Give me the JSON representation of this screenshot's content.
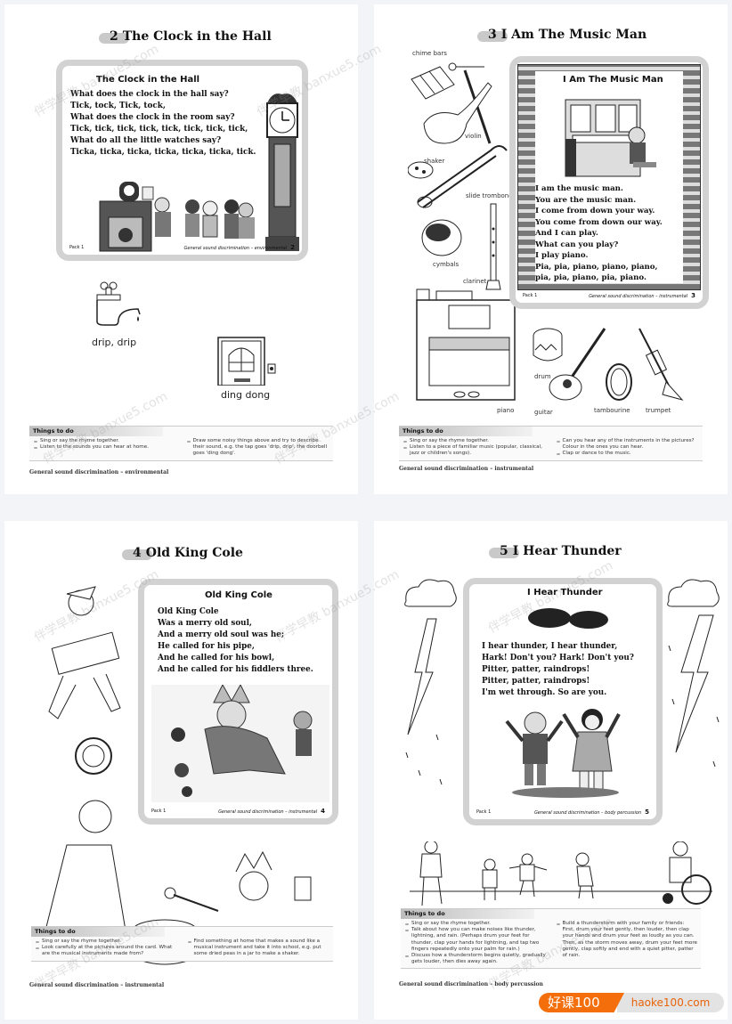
{
  "pages": [
    {
      "number": "2",
      "title": "The Clock in the Hall",
      "card": {
        "title": "The Clock in the Hall",
        "verse": [
          "What does the clock in the hall say?",
          "Tick, tock, Tick, tock,",
          "What does the clock in the room say?",
          "Tick, tick, tick, tick, tick, tick, tick, tick,",
          "What do all the little watches say?",
          "Ticka, ticka, ticka, ticka, ticka, ticka, tick."
        ],
        "footer_pack": "Pack 1",
        "footer_category": "General sound discrimination – environmental",
        "footer_page": "2"
      },
      "illustrations": [
        {
          "label": "drip, drip",
          "icon": "dripping-tap-icon"
        },
        {
          "label": "ding dong",
          "icon": "doorbell-door-icon"
        }
      ],
      "things_to_do": {
        "heading": "Things to do",
        "left": [
          "Sing or say the rhyme together.",
          "Listen to the sounds you can hear at home."
        ],
        "right": [
          "Draw some noisy things above and try to describe their sound, e.g. the tap goes 'drip, drip', the doorbell goes 'ding dong'."
        ]
      },
      "page_footer": "General sound discrimination – environmental"
    },
    {
      "number": "3",
      "title": "I Am The Music Man",
      "card": {
        "title": "I Am The Music Man",
        "verse": [
          "I am the music man.",
          "You are the music man.",
          "I come from down your way.",
          "You come from down our way.",
          "And I can play.",
          "What can you play?",
          "I play piano.",
          "Pia, pia, piano, piano, piano,",
          "pia, pia, piano, pia, piano."
        ],
        "footer_pack": "Pack 1",
        "footer_category": "General sound discrimination – instrumental",
        "footer_page": "3"
      },
      "instruments": [
        "chime bars",
        "violin",
        "shaker",
        "slide trombone",
        "cymbals",
        "clarinet",
        "piano",
        "drum",
        "guitar",
        "tambourine",
        "trumpet"
      ],
      "things_to_do": {
        "heading": "Things to do",
        "left": [
          "Sing or say the rhyme together.",
          "Listen to a piece of familiar music (popular, classical, jazz or children's songs)."
        ],
        "right": [
          "Can you hear any of the instruments in the pictures? Colour in the ones you can hear.",
          "Clap or dance to the music."
        ]
      },
      "page_footer": "General sound discrimination – instrumental"
    },
    {
      "number": "4",
      "title": "Old King Cole",
      "card": {
        "title": "Old King Cole",
        "verse": [
          "Old King Cole",
          "Was a merry old soul,",
          "And a merry old soul was he;",
          "He called for his pipe,",
          "And he called for his bowl,",
          "And he called for his fiddlers three."
        ],
        "footer_pack": "Pack 1",
        "footer_category": "General sound discrimination – instrumental",
        "footer_page": "4"
      },
      "things_to_do": {
        "heading": "Things to do",
        "left": [
          "Sing or say the rhyme together.",
          "Look carefully at the pictures around the card. What are the musical instruments made from?"
        ],
        "right": [
          "Find something at home that makes a sound like a musical instrument and take it into school, e.g. put some dried peas in a jar to make a shaker."
        ]
      },
      "page_footer": "General sound discrimination – instrumental"
    },
    {
      "number": "5",
      "title": "I Hear Thunder",
      "card": {
        "title": "I Hear Thunder",
        "verse": [
          "I hear thunder, I hear thunder,",
          "Hark! Don't you? Hark! Don't you?",
          "Pitter, patter, raindrops!",
          "Pitter, patter, raindrops!",
          "I'm wet through. So are you."
        ],
        "footer_pack": "Pack 1",
        "footer_category": "General sound discrimination – body percussion",
        "footer_page": "5"
      },
      "things_to_do": {
        "heading": "Things to do",
        "left": [
          "Sing or say the rhyme together.",
          "Talk about how you can make noises like thunder, lightning, and rain. (Perhaps drum your feet for thunder, clap your hands for lightning, and tap two fingers repeatedly onto your palm for rain.)",
          "Discuss how a thunderstorm begins quietly, gradually gets louder, then dies away again."
        ],
        "right": [
          "Build a thunderstorm with your family or friends: First, drum your feet gently, then louder, then clap your hands and drum your feet as loudly as you can. Then, as the storm moves away, drum your feet more gently, clap softly and end with a quiet pitter, patter of rain."
        ]
      },
      "page_footer": "General sound discrimination – body percussion"
    }
  ],
  "watermarks": [
    "伴学早教 banxue5.com"
  ],
  "brand": {
    "left": "好课100",
    "right": "haoke100.com",
    "accent": "#f46f0c"
  }
}
